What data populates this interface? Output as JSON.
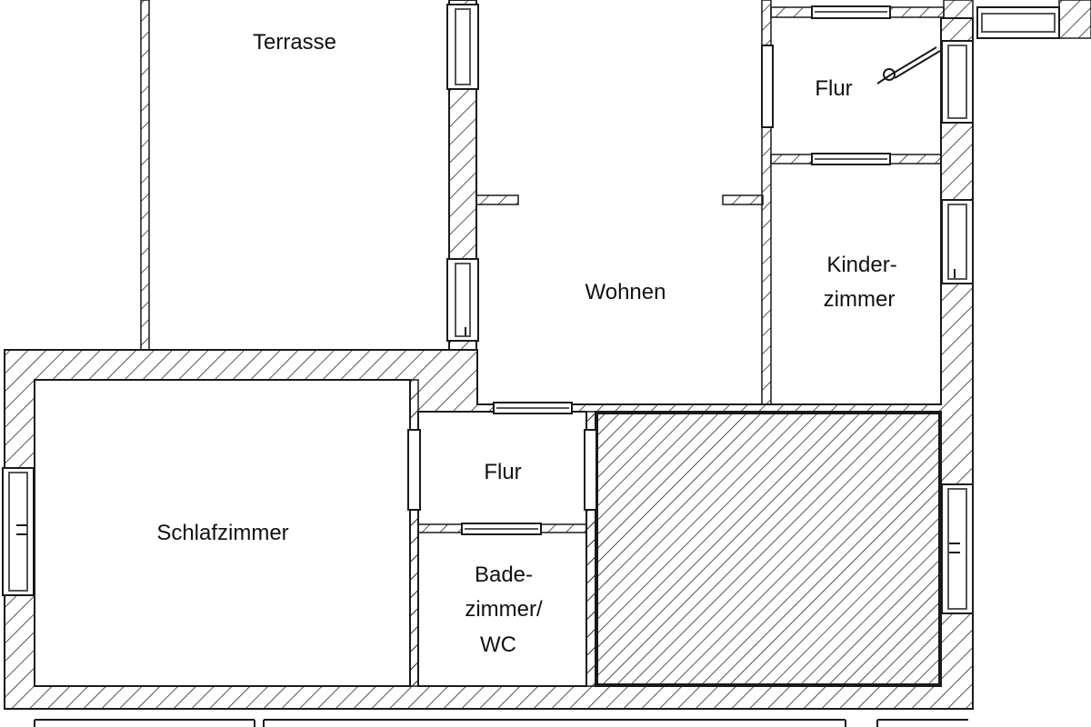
{
  "colors": {
    "background": "#ffffff",
    "line": "#1a1a1a",
    "hatch": "#2a2a2a",
    "window": "#555555",
    "window_fill": "#ffffff"
  },
  "rooms": {
    "terrasse": "Terrasse",
    "wohnen": "Wohnen",
    "flur_top": "Flur",
    "kinderzimmer_1": "Kinder-",
    "kinderzimmer_2": "zimmer",
    "schlafzimmer": "Schlafzimmer",
    "flur_middle": "Flur",
    "bad_1": "Bade-",
    "bad_2": "zimmer/",
    "bad_3": "WC"
  }
}
